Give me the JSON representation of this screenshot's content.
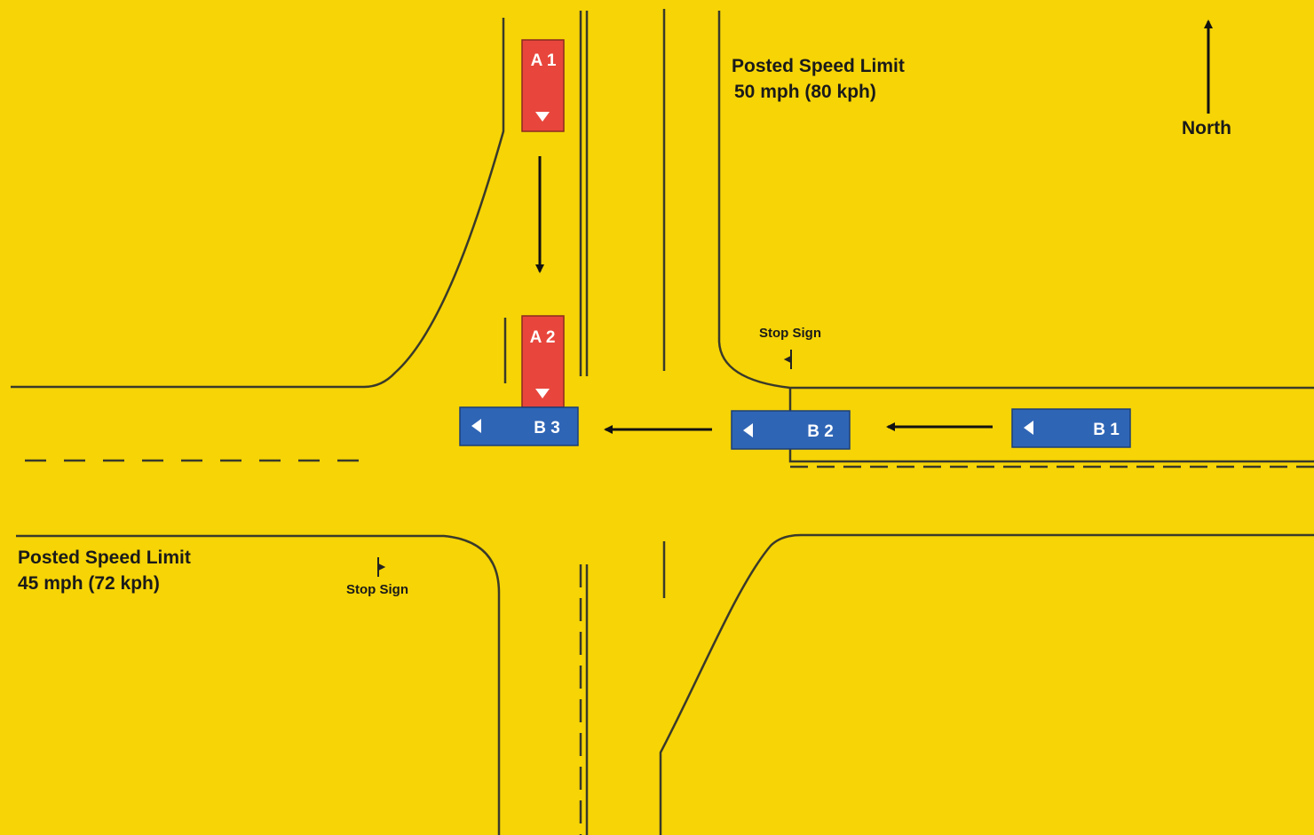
{
  "speed_limits": {
    "north_road": {
      "line1": "Posted Speed Limit",
      "line2": "50 mph (80 kph)"
    },
    "west_road": {
      "line1": "Posted Speed Limit",
      "line2": "45 mph (72 kph)"
    }
  },
  "stop_signs": {
    "east": "Stop Sign",
    "west": "Stop Sign"
  },
  "compass": {
    "label": "North",
    "icon": "north-arrow-icon"
  },
  "vehicles": {
    "a1": {
      "label": "A 1",
      "color": "#e8463c",
      "heading": "south"
    },
    "a2": {
      "label": "A 2",
      "color": "#e8463c",
      "heading": "south"
    },
    "b1": {
      "label": "B 1",
      "color": "#2f65b5",
      "heading": "west"
    },
    "b2": {
      "label": "B 2",
      "color": "#2f65b5",
      "heading": "west"
    },
    "b3": {
      "label": "B 3",
      "color": "#2f65b5",
      "heading": "west"
    }
  },
  "colors": {
    "background": "#f6d406",
    "line": "#3a3a2a",
    "vehicle_a": "#e8463c",
    "vehicle_b": "#2f65b5"
  }
}
